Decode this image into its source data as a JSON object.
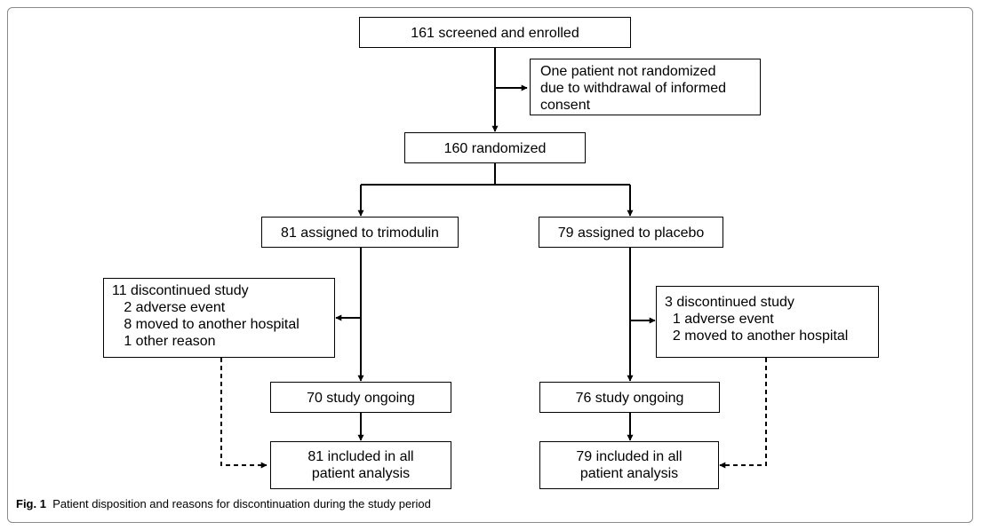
{
  "boxes": {
    "screened": "161 screened and enrolled",
    "not_randomized": [
      "One patient not randomized",
      "due to withdrawal of informed",
      "consent"
    ],
    "randomized": "160 randomized",
    "trimodulin": "81 assigned to trimodulin",
    "placebo": "79 assigned to placebo",
    "trim_discontinued": [
      "11 discontinued study",
      "   2 adverse event",
      "   8 moved to another hospital",
      "   1 other reason"
    ],
    "plac_discontinued": [
      "3 discontinued study",
      "  1 adverse event",
      "  2 moved to another hospital"
    ],
    "trim_ongoing": "70 study ongoing",
    "plac_ongoing": "76 study ongoing",
    "trim_included": [
      "81 included in all",
      "patient analysis"
    ],
    "plac_included": [
      "79 included in all",
      "patient analysis"
    ]
  },
  "caption": {
    "label": "Fig. 1",
    "text": "Patient disposition and reasons for discontinuation during the study period"
  }
}
